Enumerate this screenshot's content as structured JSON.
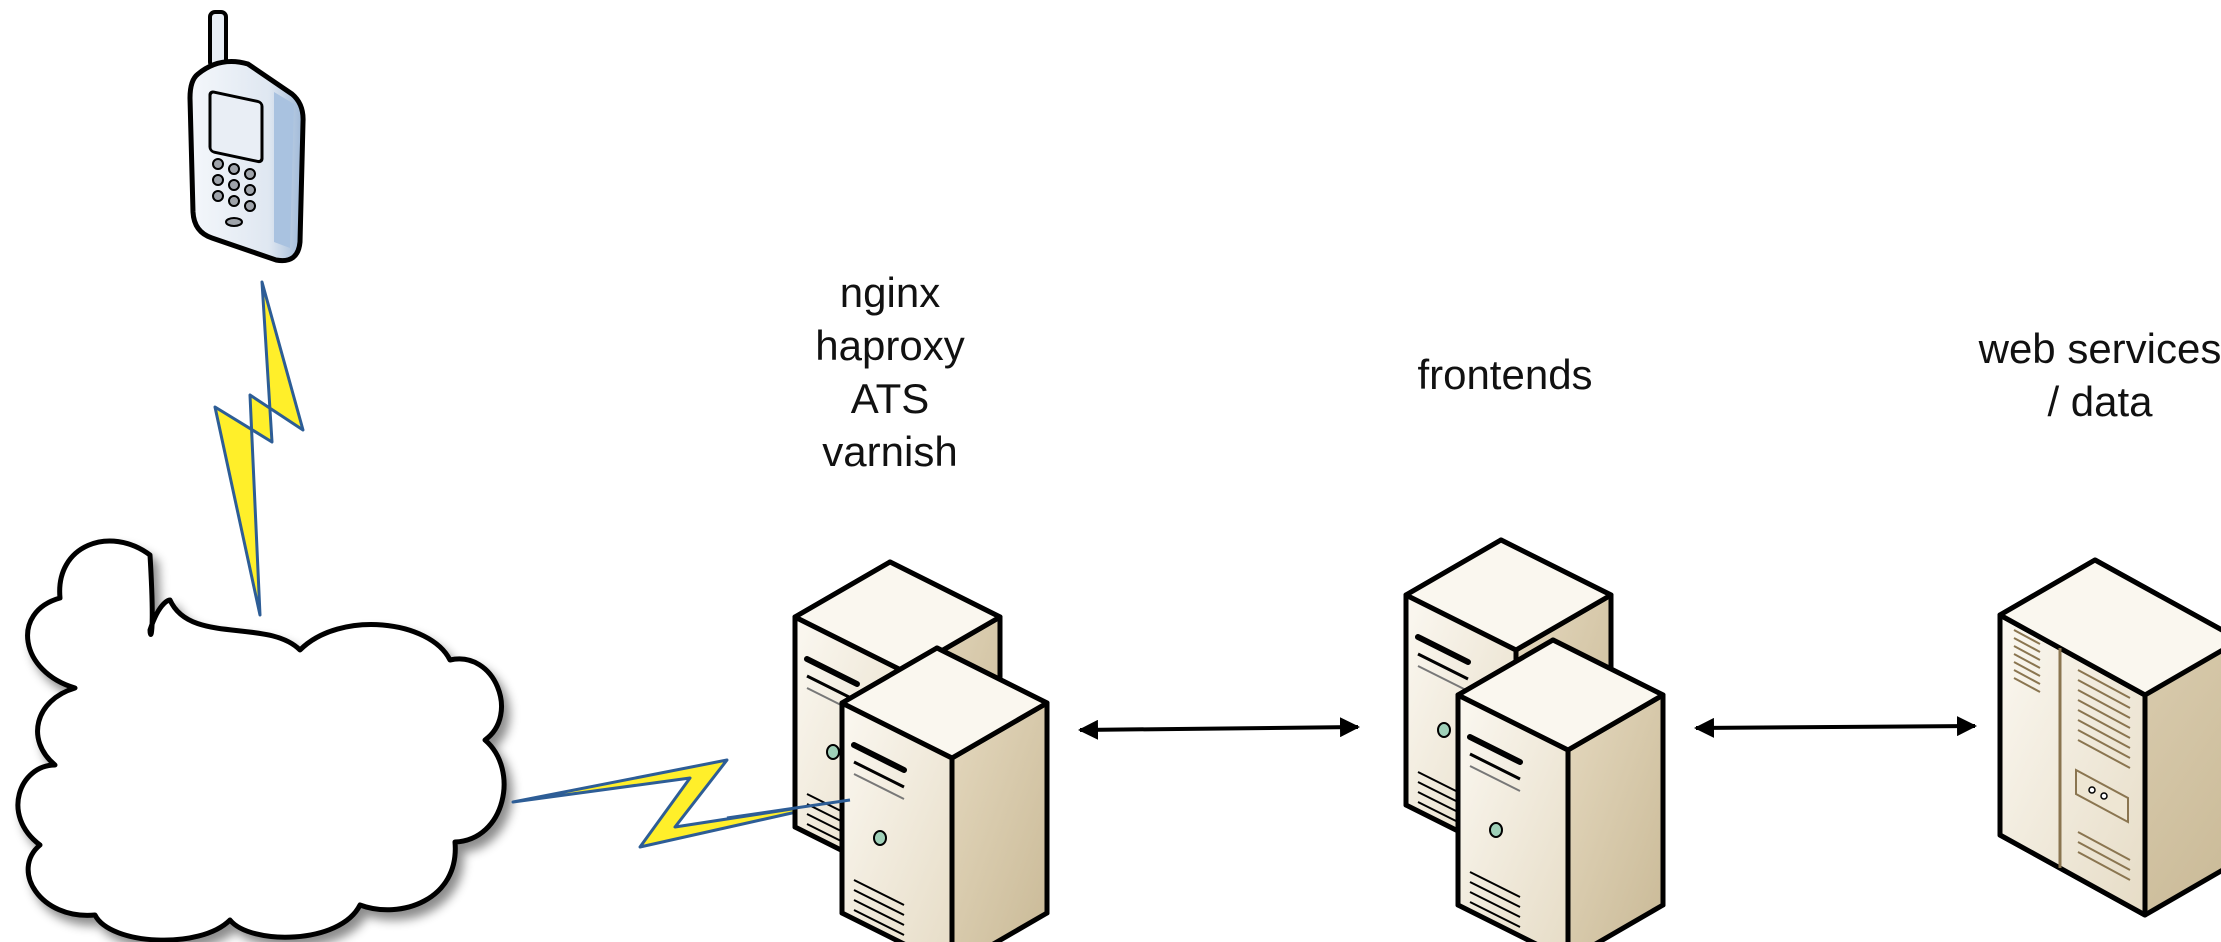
{
  "labels": {
    "proxies": [
      "nginx",
      "haproxy",
      "ATS",
      "varnish"
    ],
    "frontends": "frontends",
    "services": [
      "web services",
      "/ data"
    ]
  },
  "icons": {
    "phone": "mobile-phone-icon",
    "wireless_top": "lightning-link-icon",
    "wireless_bottom": "lightning-link-icon",
    "cloud": "internet-cloud-icon",
    "proxy_servers": "server-pair-icon",
    "frontend_servers": "server-pair-icon",
    "data_server": "tower-server-icon"
  },
  "colors": {
    "outline": "#000000",
    "server_face": "#f3ede0",
    "server_side": "#d9cdb2",
    "server_top": "#faf7ef",
    "bolt_fill": "#ffef2a",
    "bolt_stroke": "#2d5d96",
    "phone_body": "#b9cde4",
    "cloud_fill": "#ffffff"
  }
}
